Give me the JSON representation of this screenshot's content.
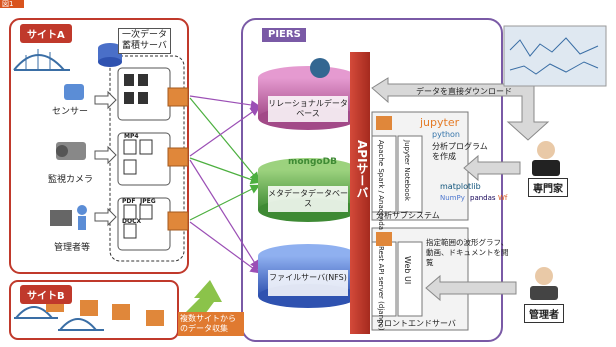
{
  "header": {
    "badge": "図1"
  },
  "site_a": {
    "label": "サイトA",
    "storage_server": "一次データ\n蓄積サーバ",
    "sources": [
      "センサー",
      "監視カメラ",
      "管理者等"
    ]
  },
  "site_b": {
    "label": "サイトB"
  },
  "collection_note": "複数サイトからのデータ収集",
  "piers": {
    "title": "PIERS",
    "api_server": "APIサーバ",
    "relational_db": "リレーショナルデータベース",
    "meta_db": "メタデータデータベース",
    "file_server": "ファイルサーバ(NFS)",
    "mongo_logo": "mongoDB",
    "analysis": {
      "label": "分析サブシステム",
      "spark": "Apache Spark / Anaconda",
      "jupyter_nb": "Jupyter Notebook"
    },
    "frontend": {
      "label": "フロントエンドサーバ",
      "rest": "Rest API server (django)",
      "webui": "Web UI"
    }
  },
  "download_note": "データを直接ダウンロード",
  "jupyter_logo": "jupyter",
  "python_logo": "python",
  "analysis_note": "分析プログラムを作成",
  "expert": "専門家",
  "admin": "管理者",
  "browse_note": "指定範囲の波形グラフ、動画、ドキュメントを閲覧",
  "lib_logos": [
    "matplotlib",
    "NumPy",
    "pandas",
    "Wf"
  ],
  "file_types": [
    "PDF",
    "JPEG",
    "DOCX",
    "MP4"
  ],
  "colors": {
    "site_frame": "#c0392b",
    "piers_frame": "#7a5aa6",
    "api_bar": "#c0392b",
    "db_pink": "#c86aa8",
    "db_green": "#5aa04a",
    "db_blue": "#4a6fc8",
    "arrow_green": "#4caf3f",
    "arrow_purple": "#9b4fb5"
  }
}
